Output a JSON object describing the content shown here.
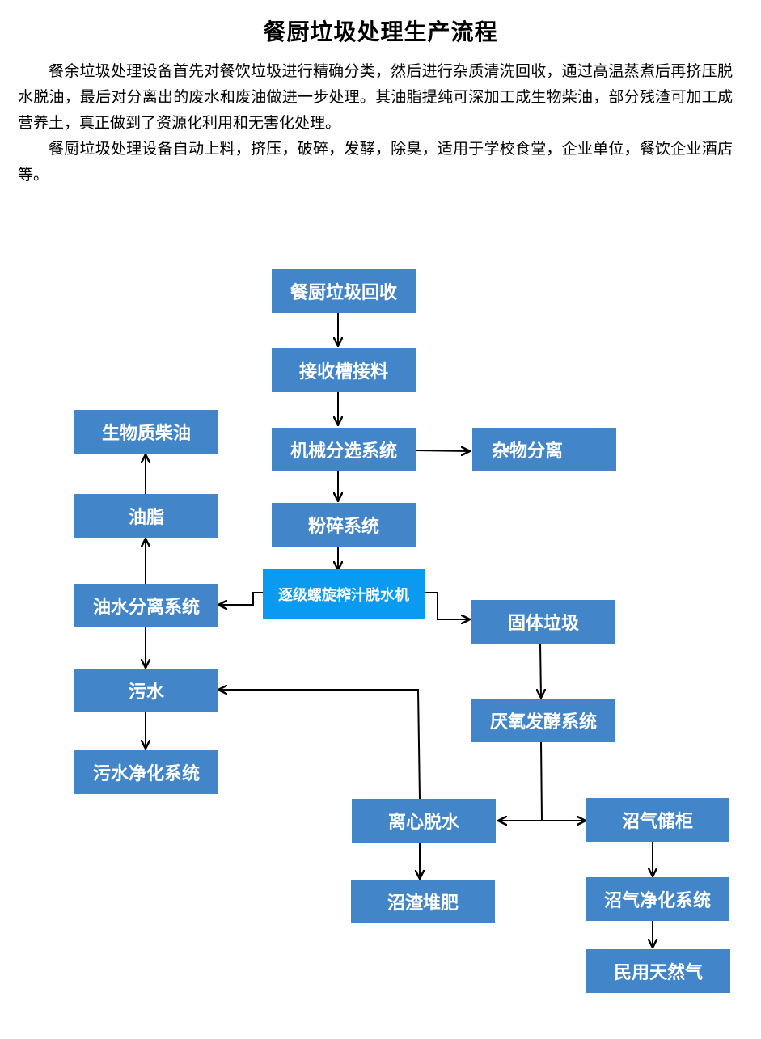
{
  "title": "餐厨垃圾处理生产流程",
  "paragraphs": [
    "餐余垃圾处理设备首先对餐饮垃圾进行精确分类，然后进行杂质清洗回收，通过高温蒸煮后再挤压脱水脱油，最后对分离出的废水和废油做进一步处理。其油脂提纯可深加工成生物柴油，部分残渣可加工成营养土，真正做到了资源化利用和无害化处理。",
    "餐厨垃圾处理设备自动上料，挤压，破碎，发酵，除臭，适用于学校食堂，企业单位，餐饮企业酒店等。"
  ],
  "colors": {
    "box": "#4385c9",
    "highlight_box": "#0a9af0",
    "line": "#000000"
  },
  "nodes": {
    "recycle": "餐厨垃圾回收",
    "receive": "接收槽接料",
    "sorting": "机械分选系统",
    "impurity": "杂物分离",
    "crushing": "粉碎系统",
    "screw_press": "逐级螺旋榨汁脱水机",
    "oil_water": "油水分离系统",
    "grease": "油脂",
    "biodiesel": "生物质柴油",
    "wastewater": "污水",
    "purify_water": "污水净化系统",
    "solid_waste": "固体垃圾",
    "anaerobic": "厌氧发酵系统",
    "centrifuge": "离心脱水",
    "compost": "沼渣堆肥",
    "gas_storage": "沼气储柜",
    "gas_purify": "沼气净化系统",
    "civil_gas": "民用天然气"
  }
}
